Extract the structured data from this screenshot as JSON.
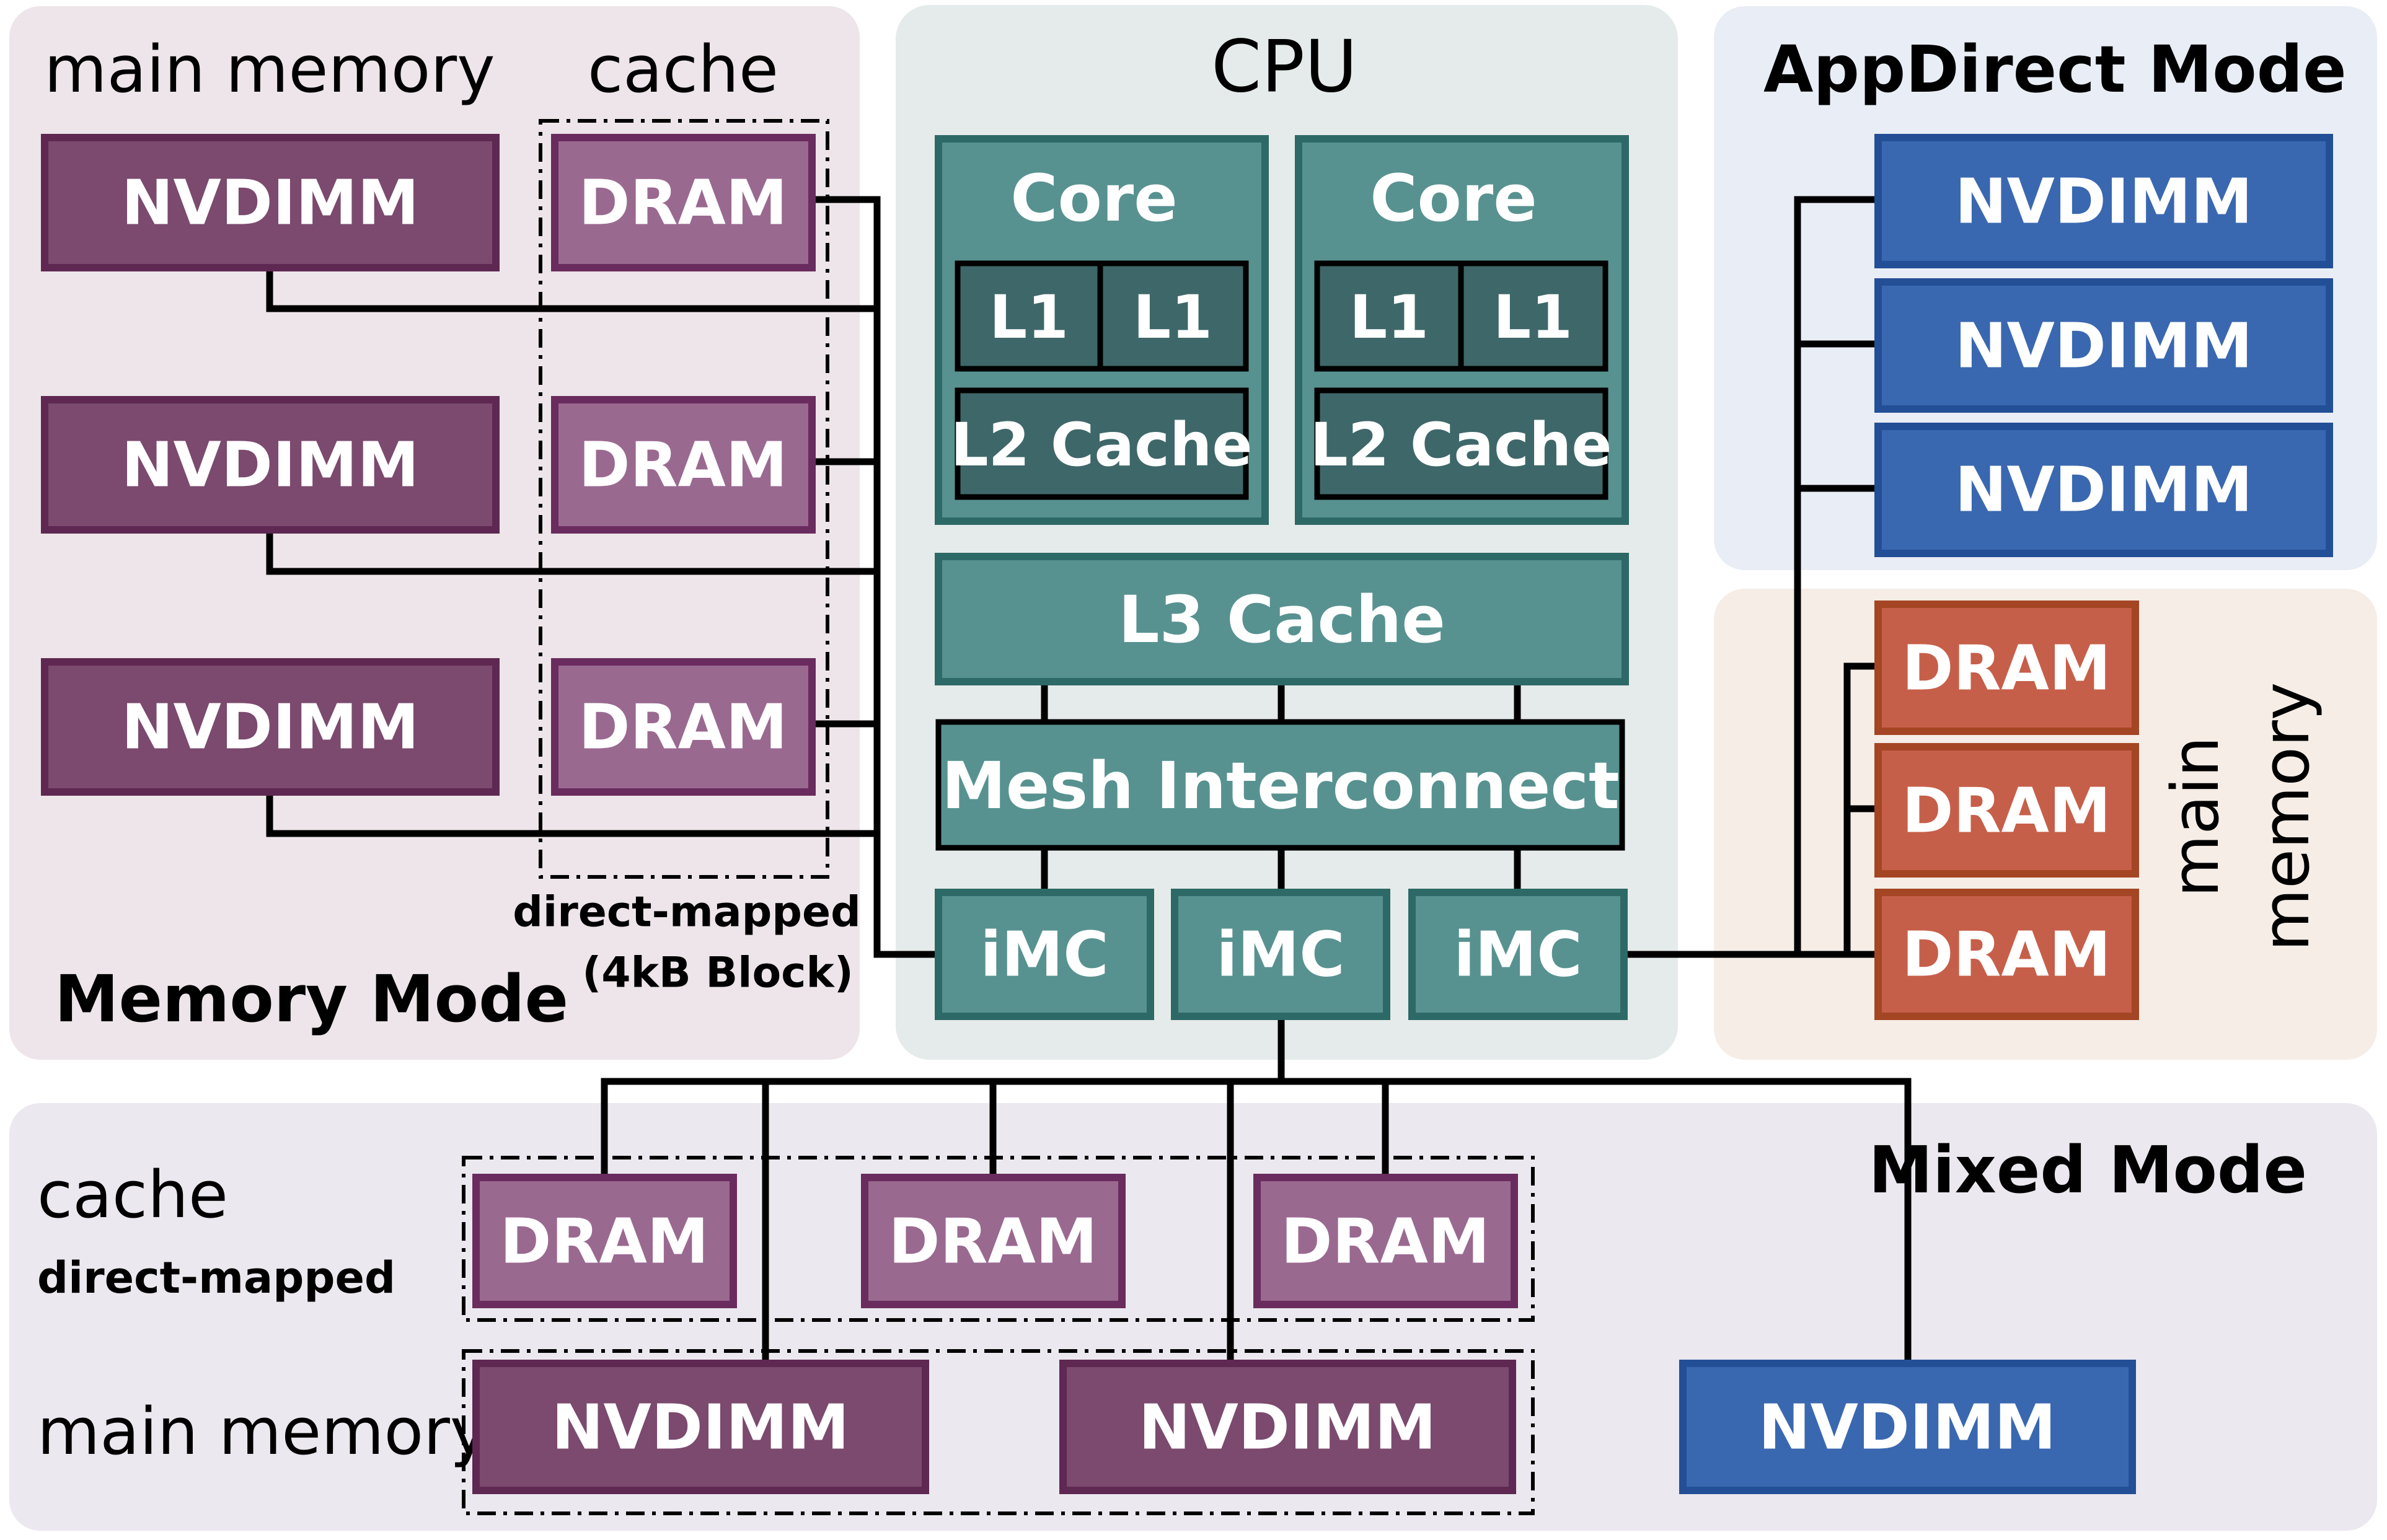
{
  "colors": {
    "memory_mode_panel": "#ede5e9",
    "cpu_panel": "#e5ebea",
    "appdirect_panel": "#e9edf5",
    "dram_main_panel": "#f5ede6",
    "mixed_panel": "#ebe8ef",
    "nvdimm_purple": "#7b4a6e",
    "nvdimm_purple_border": "#5e2852",
    "dram_pink": "#9a6990",
    "dram_pink_border": "#6a2b5e",
    "nvdimm_blue": "#3a68b0",
    "nvdimm_blue_border": "#234f96",
    "dram_orange": "#c65f49",
    "dram_orange_border": "#a44523",
    "cpu_teal": "#579290",
    "cpu_teal_border": "#2d6967",
    "l1_l2_dark": "#3e6769",
    "line": "#000000"
  },
  "labels": {
    "nvdimm": "NVDIMM",
    "dram": "DRAM",
    "core": "Core",
    "l1": "L1",
    "l2": "L2 Cache",
    "l3": "L3 Cache",
    "mesh": "Mesh Interconnect",
    "imc": "iMC"
  },
  "memory_mode": {
    "title": "Memory Mode",
    "main_memory_heading": "main memory",
    "cache_heading": "cache",
    "note_line1": "direct-mapped",
    "note_line2": "(4kB Block)"
  },
  "cpu": {
    "title": "CPU"
  },
  "appdirect_mode": {
    "title": "AppDirect Mode"
  },
  "dram_main": {
    "label_line1": "main",
    "label_line2": "memory"
  },
  "mixed_mode": {
    "title": "Mixed Mode",
    "cache_heading": "cache",
    "cache_note": "direct-mapped",
    "main_memory_heading": "main memory"
  }
}
